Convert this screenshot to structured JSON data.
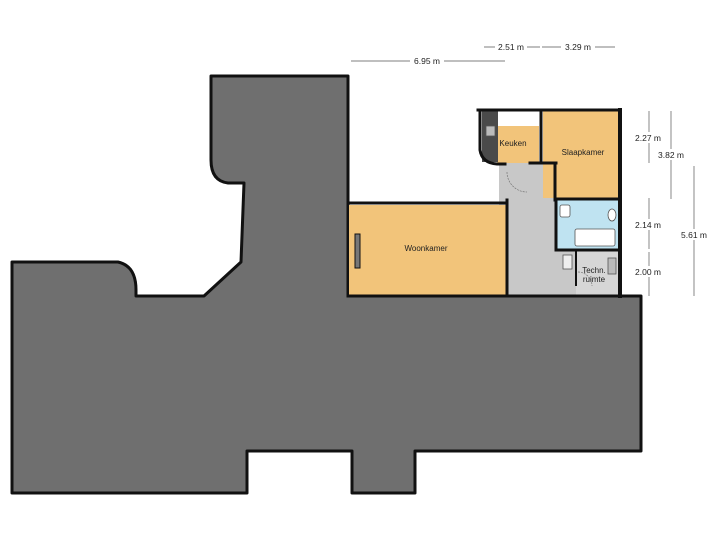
{
  "colors": {
    "shared_area": "#6f6f6f",
    "room_fill": "#f2c47a",
    "hall_fill": "#c8c8c8",
    "bath_fill": "#bfe3f1",
    "wall": "#111111",
    "dim_line": "#555555"
  },
  "rooms": {
    "keuken": "Keuken",
    "slaapkamer": "Slaapkamer",
    "woonkamer": "Woonkamer",
    "techn_line1": "Techn.",
    "techn_line2": "ruimte"
  },
  "dimensions": {
    "top_overall": "6.95 m",
    "top_left": "2.51 m",
    "top_right": "3.29 m",
    "right_upper": "2.27 m",
    "right_mid": "2.14 m",
    "right_lower": "2.00 m",
    "right_total_upper": "3.82 m",
    "right_total": "5.61 m"
  }
}
